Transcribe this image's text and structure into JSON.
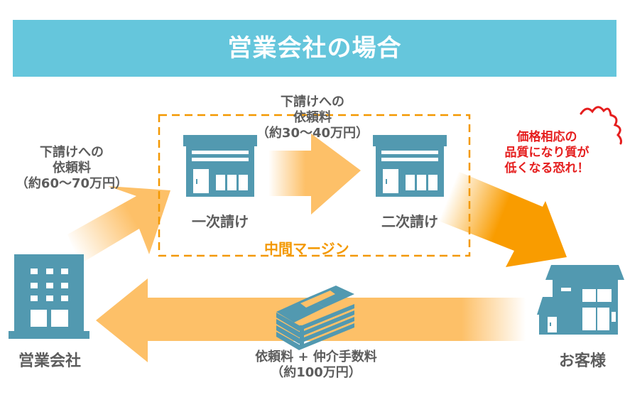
{
  "header": {
    "title": "営業会社の場合"
  },
  "colors": {
    "banner": "#65c6dc",
    "icon": "#5299b0",
    "arrow_light": "#fdc068",
    "arrow_strong": "#f99c00",
    "dashed_box": "#f39800",
    "warning_text": "#e51e1e",
    "label_text": "#5c5c5c"
  },
  "nodes": {
    "sales_company": {
      "label": "営業会社",
      "icon": "office-building-icon"
    },
    "primary_sub": {
      "label": "一次請け",
      "icon": "shop-icon"
    },
    "secondary_sub": {
      "label": "二次請け",
      "icon": "shop-icon"
    },
    "customer": {
      "label": "お客様",
      "icon": "house-icon"
    }
  },
  "flows": {
    "to_primary": {
      "lines": [
        "下請けへの",
        "依頼料",
        "（約60〜70万円）"
      ]
    },
    "to_secondary": {
      "lines": [
        "下請けへの",
        "依頼料",
        "（約30〜40万円）"
      ]
    },
    "payment": {
      "lines": [
        "依頼料 + 仲介手数料",
        "（約100万円）"
      ],
      "icon": "money-stack-icon"
    }
  },
  "margin_box": {
    "label": "中間マージン"
  },
  "warning": {
    "lines": [
      "価格相応の",
      "品質になり質が",
      "低くなる恐れ！"
    ]
  }
}
